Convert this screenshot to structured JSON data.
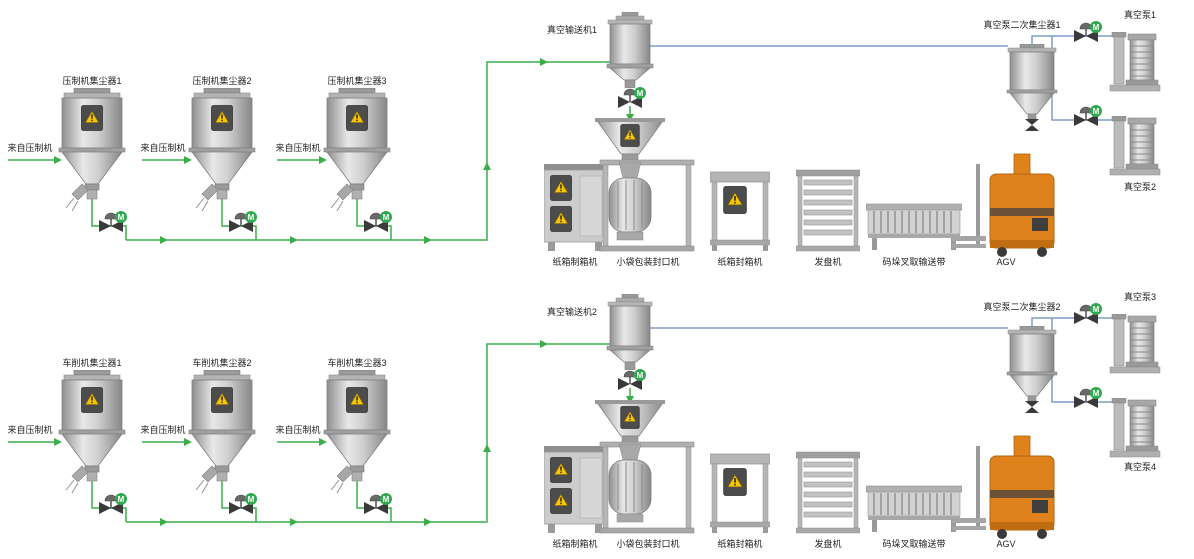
{
  "diagram": {
    "halves": [
      {
        "collectors": [
          {
            "name": "压制机集尘器1",
            "source": "来自压制机"
          },
          {
            "name": "压制机集尘器2",
            "source": "来自压制机"
          },
          {
            "name": "压制机集尘器3",
            "source": "来自压制机"
          }
        ],
        "vacuum_conveyor": "真空输送机1",
        "secondary_collector": "真空泵二次集尘器1",
        "pump_top": "真空泵1",
        "pump_bottom": "真空泵2",
        "equipment": [
          "纸箱制箱机",
          "小袋包装封口机",
          "纸箱封箱机",
          "发盘机",
          "码垛叉取输送带",
          "AGV"
        ]
      },
      {
        "collectors": [
          {
            "name": "车削机集尘器1",
            "source": "来自压制机"
          },
          {
            "name": "车削机集尘器2",
            "source": "来自压制机"
          },
          {
            "name": "车削机集尘器3",
            "source": "来自压制机"
          }
        ],
        "vacuum_conveyor": "真空输送机2",
        "secondary_collector": "真空泵二次集尘器2",
        "pump_top": "真空泵3",
        "pump_bottom": "真空泵4",
        "equipment": [
          "纸箱制箱机",
          "小袋包装封口机",
          "纸箱封箱机",
          "发盘机",
          "码垛叉取输送带",
          "AGV"
        ]
      }
    ],
    "icons": {
      "motor_badge_label": "M",
      "warning_icon": "warning-triangle"
    },
    "colors": {
      "pipe_material_green": "#3bae4b",
      "pipe_vacuum_blue": "#7e9dc8",
      "warning_yellow": "#f7c600",
      "panel_dark": "#4c4c4c",
      "agv_orange": "#e0821c",
      "motor_badge_green": "#2fa84f",
      "equipment_gray": "#c9c9c9"
    }
  }
}
